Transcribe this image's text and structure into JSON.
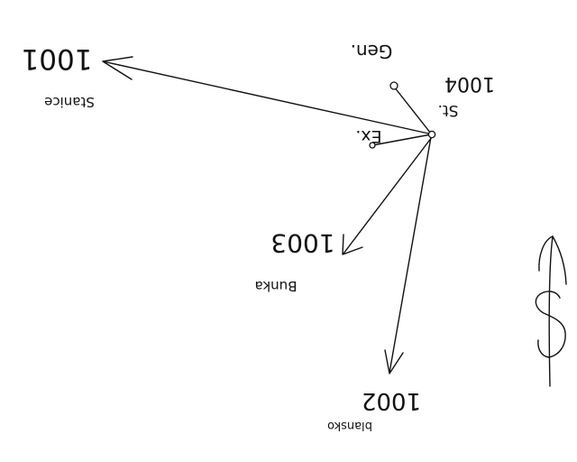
{
  "diagram": {
    "hub": {
      "label_code": "1004",
      "label_name": "St."
    },
    "nodes": {
      "gen": {
        "label": "Gen."
      },
      "ex": {
        "label": "Ex."
      }
    },
    "branches": [
      {
        "code": "1001",
        "name": "Stanice"
      },
      {
        "code": "1003",
        "name": "Bunka"
      },
      {
        "code": "1002",
        "name": "blansko"
      }
    ],
    "symbol": "$",
    "ink_color": "#111111",
    "background_color": "#ffffff"
  }
}
